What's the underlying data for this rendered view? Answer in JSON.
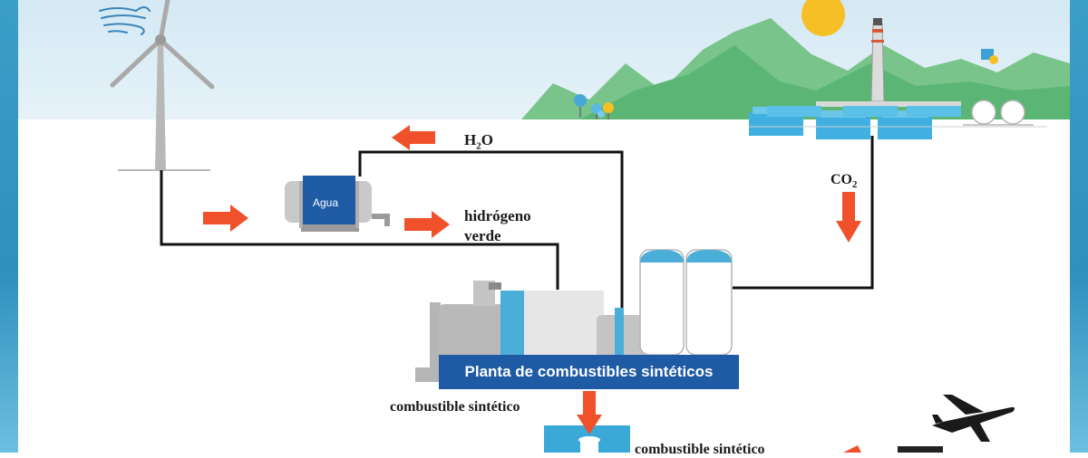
{
  "labels": {
    "h2o_main": "H",
    "h2o_sub": "2",
    "h2o_tail": "O",
    "hidrogeno_line1": "hidrógeno",
    "hidrogeno_line2": "verde",
    "co2_main": "CO",
    "co2_sub": "2",
    "tank": "Agua",
    "plant": "Planta de combustibles sintéticos",
    "combustible": "combustible sintético",
    "combustible2": "combustible sintético"
  },
  "colors": {
    "arrow": "#f0502a",
    "pipe": "#111111",
    "banner": "#1f5aa5",
    "tank_water": "#1f5aa5",
    "hills": "#6cbf7e",
    "sky": "#e0eff7",
    "sun": "#f6bf26"
  }
}
